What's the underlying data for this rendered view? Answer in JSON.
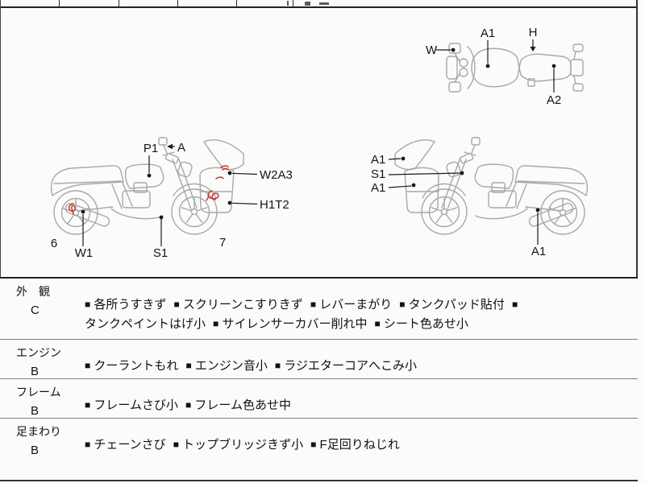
{
  "colors": {
    "outline_gray": "#a8a8a8",
    "label_ink": "#1a1a1a",
    "damage_red": "#c0392b",
    "border_dark": "#222222",
    "divider_gray": "#7d7d7d"
  },
  "diagrams": {
    "top_view": {
      "labels": [
        {
          "text": "W"
        },
        {
          "text": "A1"
        },
        {
          "text": "H"
        },
        {
          "text": "A2"
        }
      ]
    },
    "side_view_facing_right": {
      "labels": [
        {
          "text": "P1"
        },
        {
          "text": "A"
        },
        {
          "text": "W2A3"
        },
        {
          "text": "H1T2"
        },
        {
          "text": "W1"
        },
        {
          "text": "S1"
        },
        {
          "text": "6"
        },
        {
          "text": "7"
        }
      ]
    },
    "side_view_facing_left": {
      "labels": [
        {
          "text": "A1"
        },
        {
          "text": "S1"
        },
        {
          "text": "A1"
        },
        {
          "text": "A1"
        }
      ]
    }
  },
  "inspection": {
    "bullet": "■",
    "rows": [
      {
        "category": "外　観",
        "grade": "C",
        "items": [
          "各所うすきず",
          "スクリーンこすりきず",
          "レバーまがり",
          "タンクパッド貼付",
          "タンクペイントはげ小",
          "サイレンサーカバー削れ中",
          "シート色あせ小"
        ]
      },
      {
        "category": "エンジン",
        "grade": "B",
        "items": [
          "クーラントもれ",
          "エンジン音小",
          "ラジエターコアへこみ小"
        ]
      },
      {
        "category": "フレーム",
        "grade": "B",
        "items": [
          "フレームさび小",
          "フレーム色あせ中"
        ]
      },
      {
        "category": "足まわり",
        "grade": "B",
        "items": [
          "チェーンさび",
          "トップブリッジきず小",
          "F足回りねじれ"
        ]
      }
    ]
  }
}
